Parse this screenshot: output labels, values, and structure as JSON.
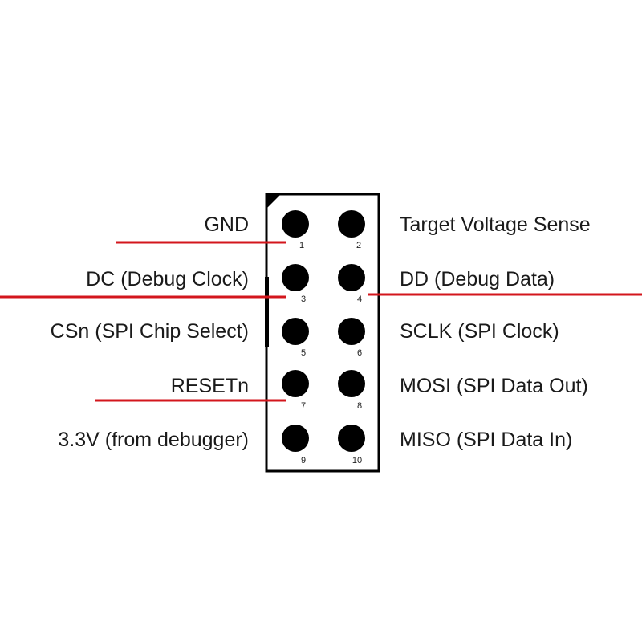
{
  "pins": [
    {
      "number": "1",
      "label": "GND",
      "wired": true
    },
    {
      "number": "2",
      "label": "Target Voltage Sense",
      "wired": false
    },
    {
      "number": "3",
      "label": "DC (Debug Clock)",
      "wired": true
    },
    {
      "number": "4",
      "label": "DD (Debug Data)",
      "wired": true
    },
    {
      "number": "5",
      "label": "CSn (SPI Chip Select)",
      "wired": false
    },
    {
      "number": "6",
      "label": "SCLK (SPI Clock)",
      "wired": false
    },
    {
      "number": "7",
      "label": "RESETn",
      "wired": true
    },
    {
      "number": "8",
      "label": "MOSI (SPI Data Out)",
      "wired": false
    },
    {
      "number": "9",
      "label": "3.3V (from debugger)",
      "wired": false
    },
    {
      "number": "10",
      "label": "MISO (SPI Data In)",
      "wired": false
    }
  ],
  "colors": {
    "wire": "#d3161c",
    "pin": "#000000",
    "outline": "#000000",
    "text": "#1a1a1a"
  }
}
